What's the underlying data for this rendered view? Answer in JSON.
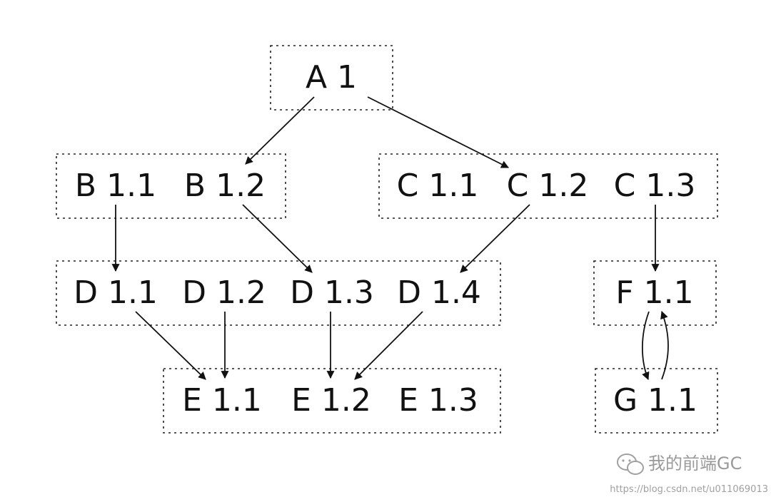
{
  "diagram": {
    "colors": {
      "ink": "#111111",
      "box_border": "#222222",
      "watermark": "#a0a0a0"
    },
    "groups": [
      {
        "id": "group-a",
        "nodes": [
          {
            "id": "a11",
            "label": "A 1"
          }
        ]
      },
      {
        "id": "group-b",
        "nodes": [
          {
            "id": "b11",
            "label": "B 1.1"
          },
          {
            "id": "b12",
            "label": "B 1.2"
          }
        ]
      },
      {
        "id": "group-c",
        "nodes": [
          {
            "id": "c11",
            "label": "C 1.1"
          },
          {
            "id": "c12",
            "label": "C 1.2"
          },
          {
            "id": "c13",
            "label": "C 1.3"
          }
        ]
      },
      {
        "id": "group-d",
        "nodes": [
          {
            "id": "d11",
            "label": "D 1.1"
          },
          {
            "id": "d12",
            "label": "D 1.2"
          },
          {
            "id": "d13",
            "label": "D 1.3"
          },
          {
            "id": "d14",
            "label": "D 1.4"
          }
        ]
      },
      {
        "id": "group-f",
        "nodes": [
          {
            "id": "f11",
            "label": "F 1.1"
          }
        ]
      },
      {
        "id": "group-e",
        "nodes": [
          {
            "id": "e11",
            "label": "E 1.1"
          },
          {
            "id": "e12",
            "label": "E 1.2"
          },
          {
            "id": "e13",
            "label": "E 1.3"
          }
        ]
      },
      {
        "id": "group-g",
        "nodes": [
          {
            "id": "g11",
            "label": "G 1.1"
          }
        ]
      }
    ],
    "edges": [
      {
        "from": "A 1",
        "to": "B 1.2"
      },
      {
        "from": "A 1",
        "to": "C 1.2"
      },
      {
        "from": "B 1.1",
        "to": "D 1.1"
      },
      {
        "from": "B 1.2",
        "to": "D 1.3"
      },
      {
        "from": "C 1.2",
        "to": "D 1.4"
      },
      {
        "from": "C 1.3",
        "to": "F 1.1"
      },
      {
        "from": "D 1.1",
        "to": "E 1.1"
      },
      {
        "from": "D 1.2",
        "to": "E 1.1"
      },
      {
        "from": "D 1.3",
        "to": "E 1.2"
      },
      {
        "from": "D 1.4",
        "to": "E 1.2"
      },
      {
        "from": "F 1.1",
        "to": "G 1.1"
      },
      {
        "from": "G 1.1",
        "to": "F 1.1"
      }
    ]
  },
  "watermark": {
    "brand": "我的前端GC",
    "url": "https://blog.csdn.net/u011069013",
    "icon": "wechat-icon"
  }
}
